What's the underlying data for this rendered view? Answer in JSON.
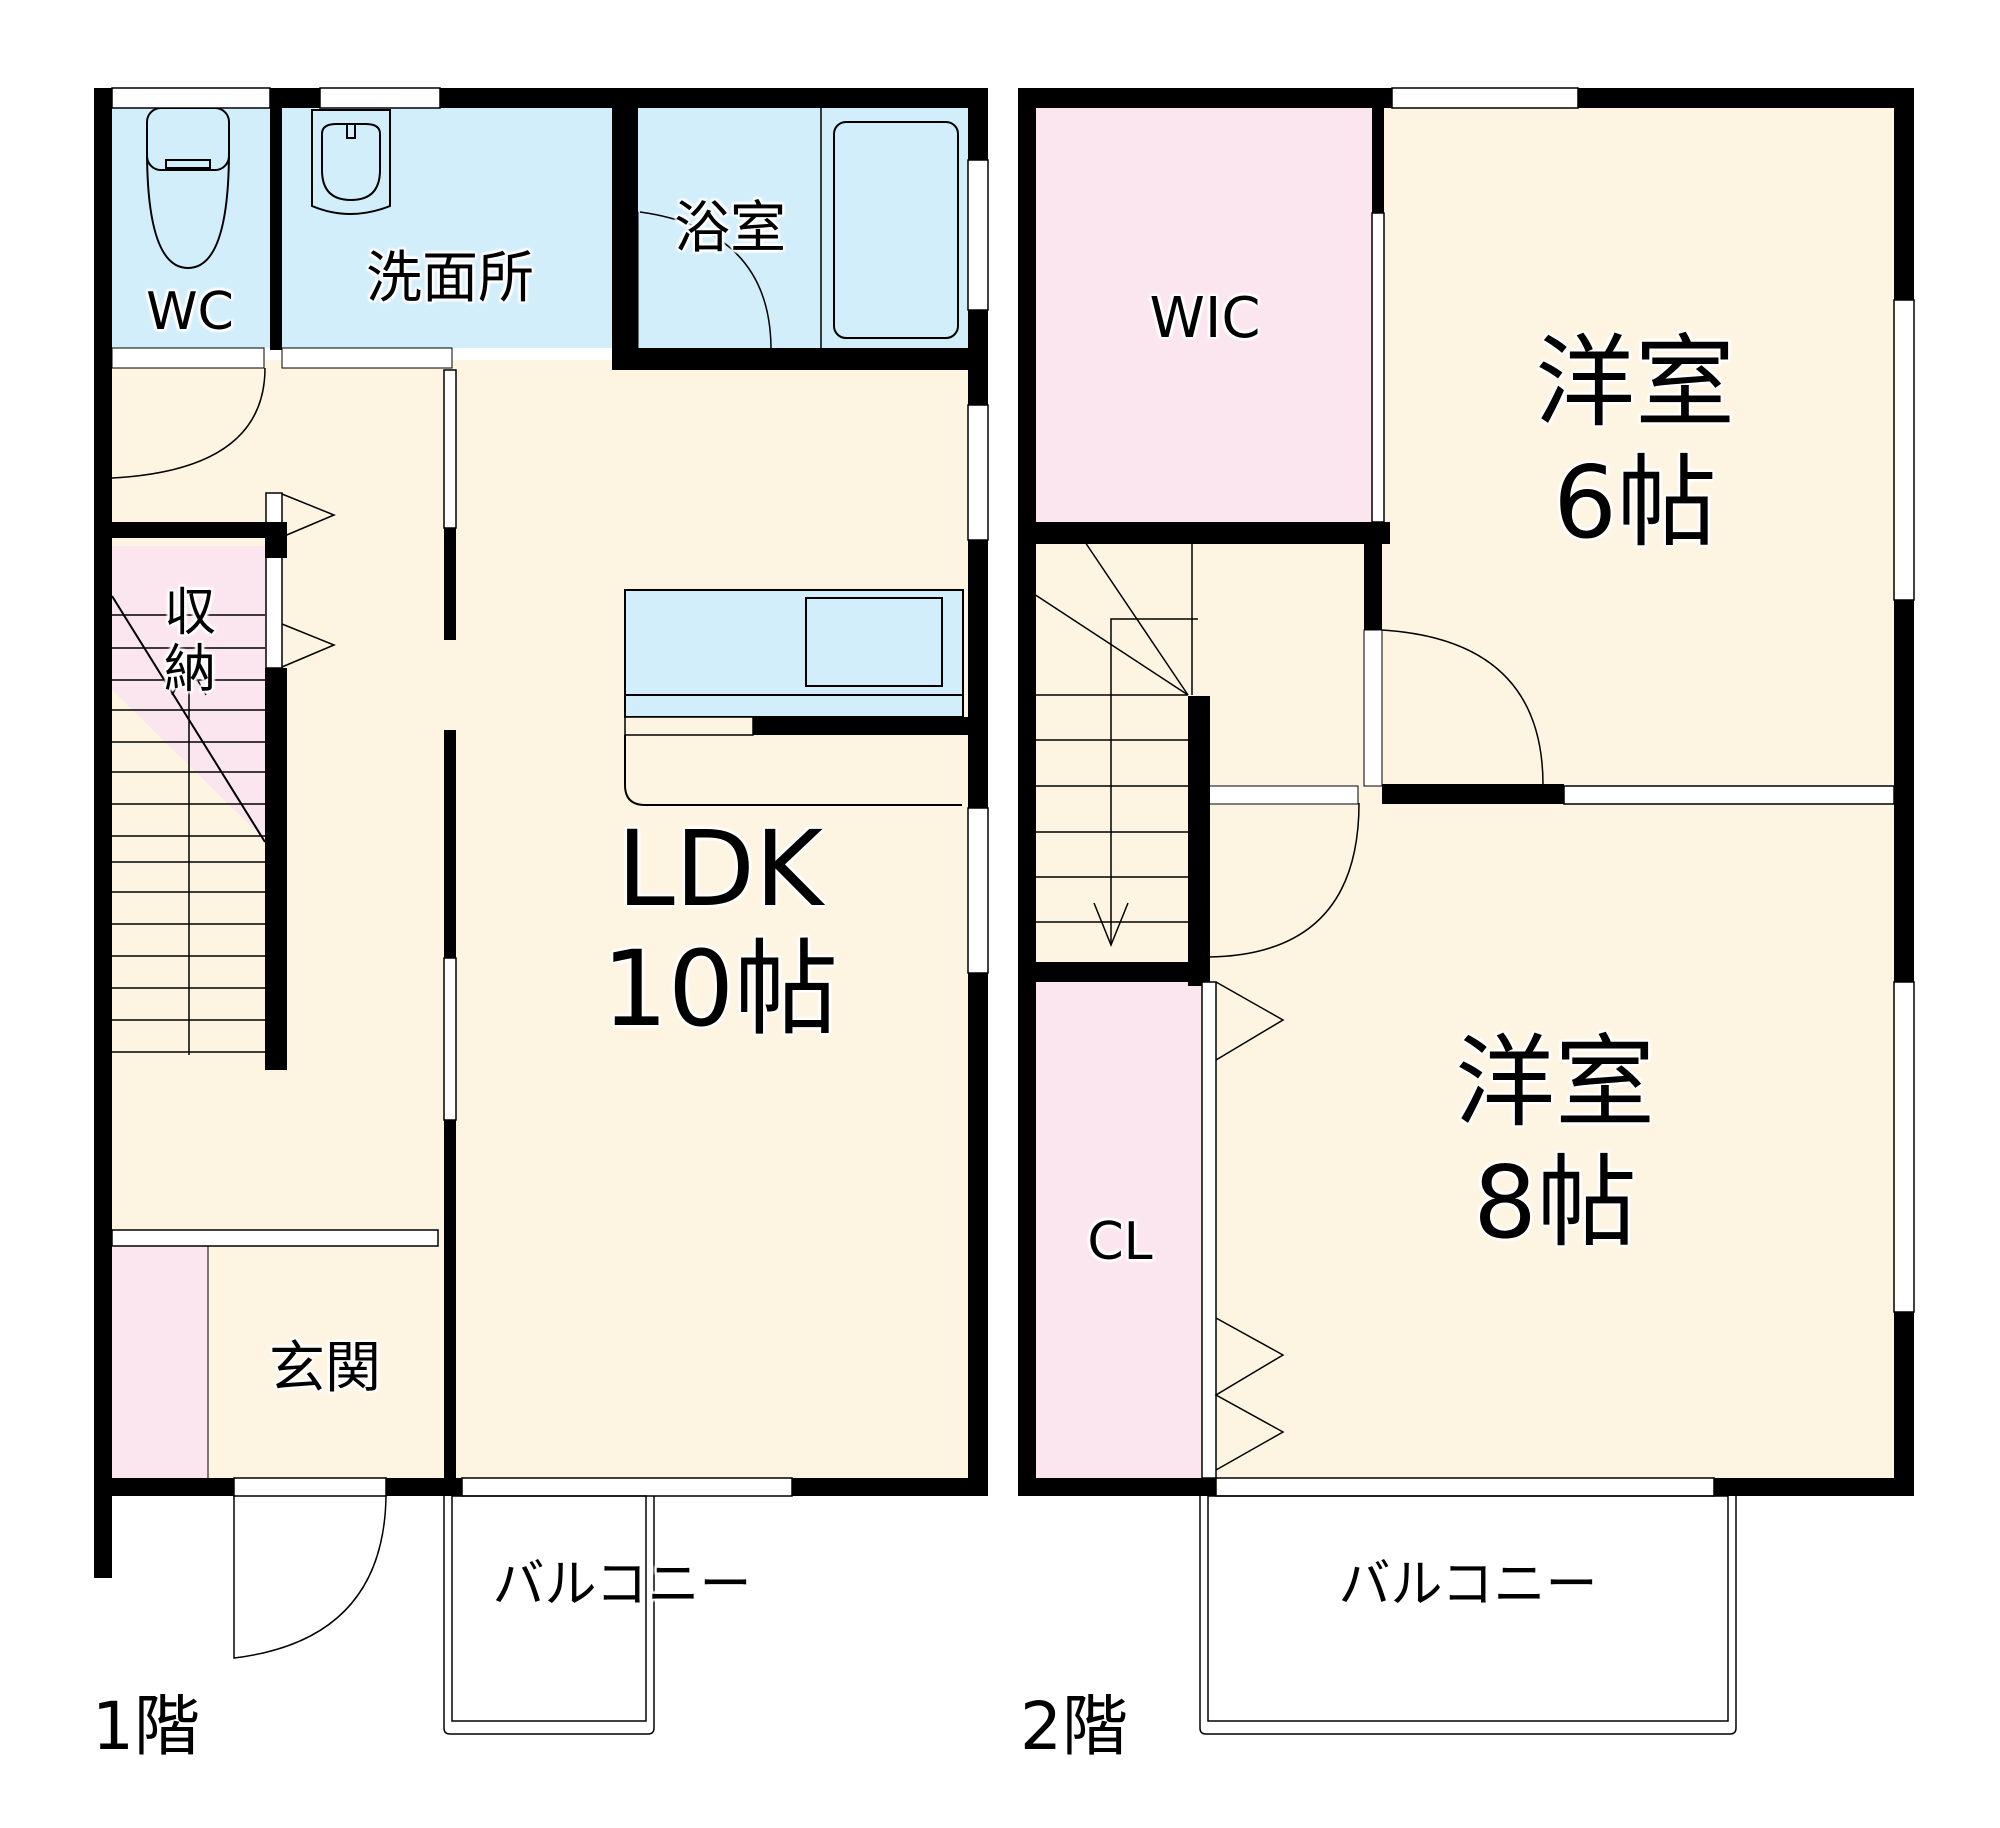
{
  "colors": {
    "wall": "#000000",
    "floor": "#fdf5e1",
    "wet_area": "#d2eefa",
    "storage": "#fbe6ef",
    "window": "#ffffff",
    "background": "#ffffff"
  },
  "floor1": {
    "label": "1階",
    "rooms": {
      "wc": "WC",
      "washroom": "洗面所",
      "bathroom": "浴室",
      "storage": "収\n納",
      "ldk_name": "LDK",
      "ldk_size": "10帖",
      "entrance": "玄関",
      "balcony": "バルコニー"
    }
  },
  "floor2": {
    "label": "2階",
    "rooms": {
      "wic": "WIC",
      "western1_name": "洋室",
      "western1_size": "6帖",
      "western2_name": "洋室",
      "western2_size": "8帖",
      "closet": "CL",
      "balcony": "バルコニー"
    }
  }
}
